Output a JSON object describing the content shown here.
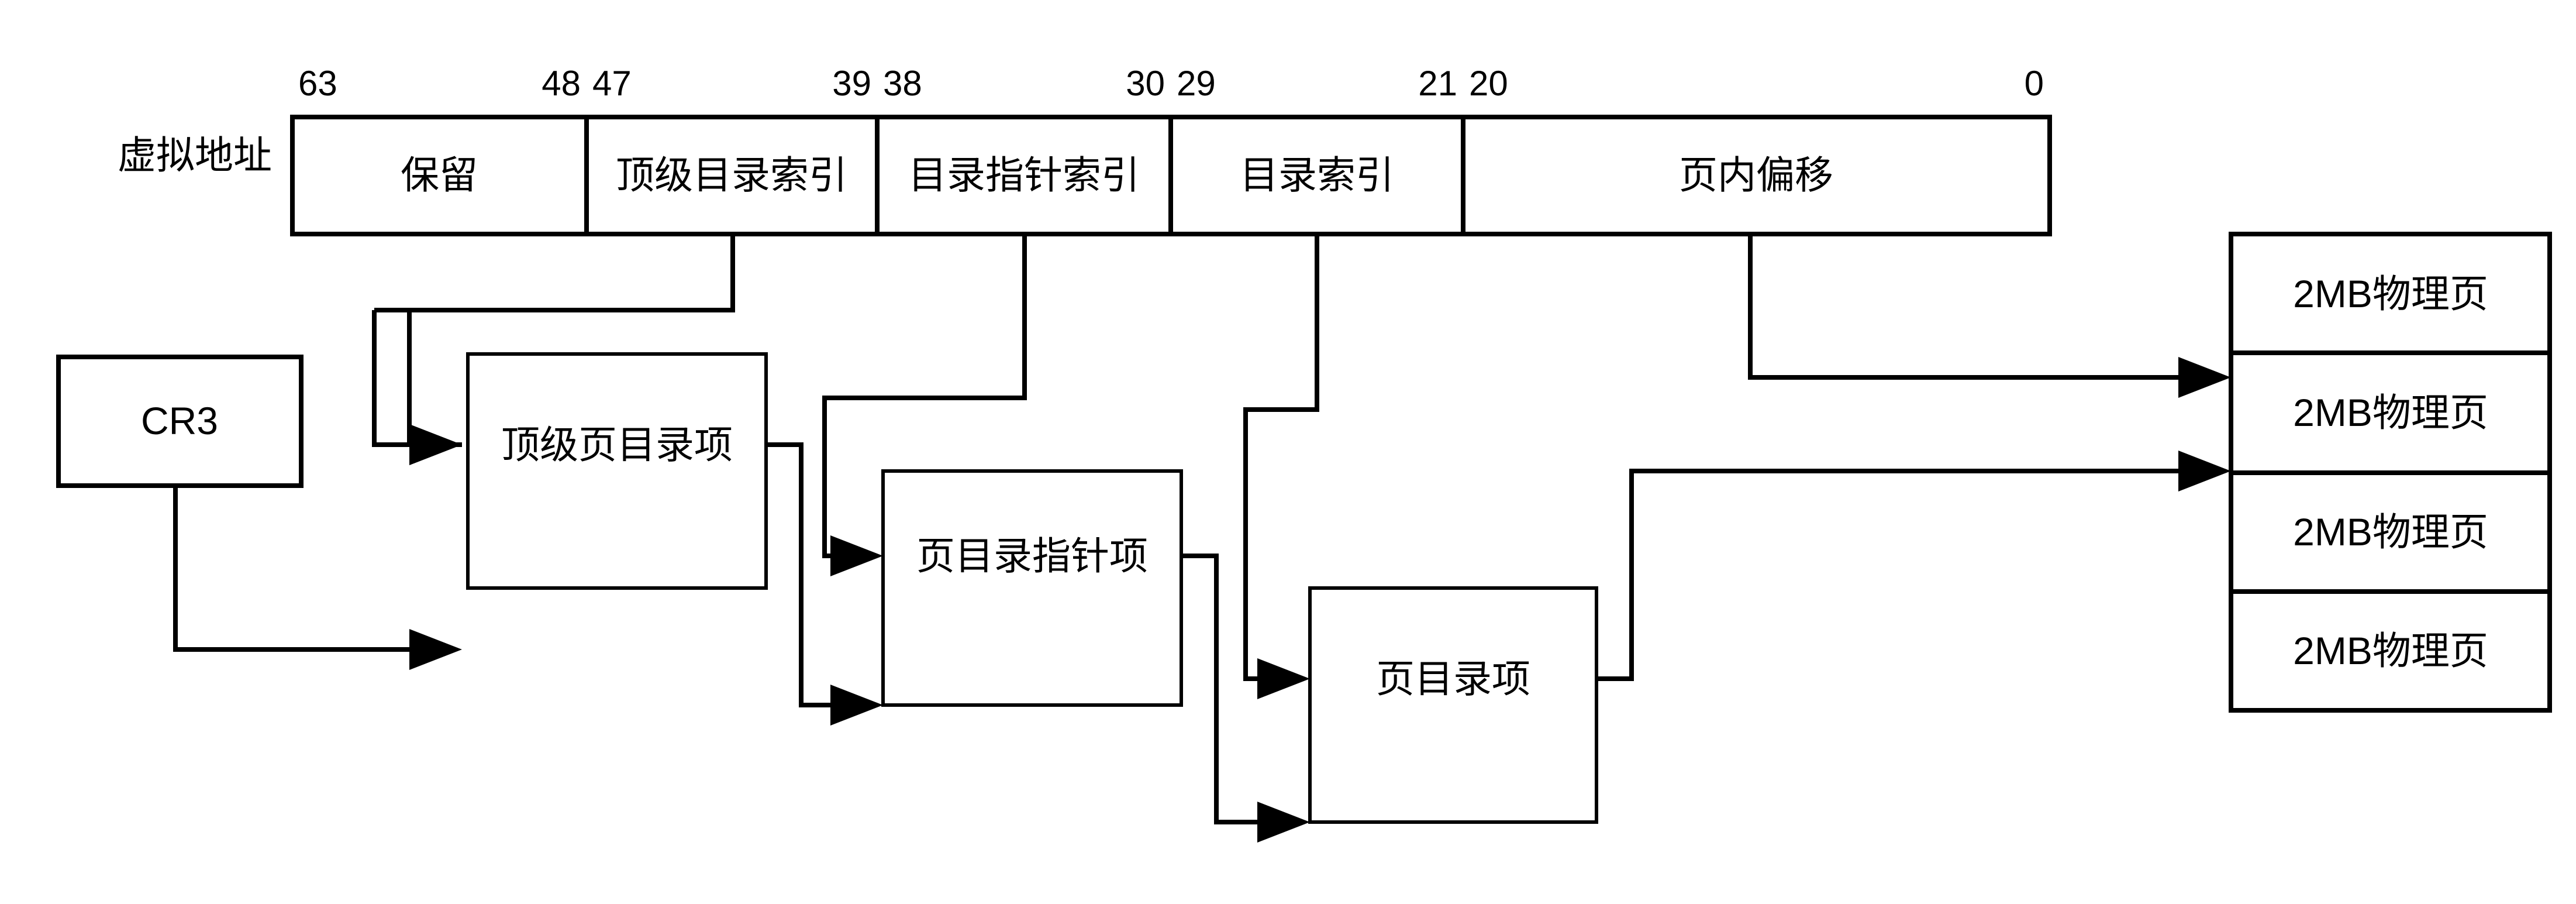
{
  "diagram": {
    "title_unrendered": "",
    "colors": {
      "orange_fill": "#ffeccc",
      "blue_fill": "#d9e6fa",
      "green_fill": "#d5e8d4",
      "white_fill": "#ffffff",
      "stroke": "#000000"
    },
    "virtual_address": {
      "side_label": "虚拟地址",
      "bit_markers": [
        {
          "text": "63"
        },
        {
          "text": "48"
        },
        {
          "text": "47"
        },
        {
          "text": "39"
        },
        {
          "text": "38"
        },
        {
          "text": "30"
        },
        {
          "text": "29"
        },
        {
          "text": "21"
        },
        {
          "text": "20"
        },
        {
          "text": "0"
        }
      ],
      "fields": [
        {
          "label": "保留",
          "fill": "white",
          "bits": "63:48"
        },
        {
          "label": "顶级目录索引",
          "fill": "orange",
          "bits": "47:39"
        },
        {
          "label": "目录指针索引",
          "fill": "blue",
          "bits": "38:30"
        },
        {
          "label": "目录索引",
          "fill": "blue",
          "bits": "29:21"
        },
        {
          "label": "页内偏移",
          "fill": "orange",
          "bits": "20:0"
        }
      ]
    },
    "cr3": {
      "label": "CR3",
      "fill": "green"
    },
    "tables": [
      {
        "name": "top-level-page-directory",
        "rows": [
          {
            "label": "",
            "fill": "white"
          },
          {
            "label": "顶级页目录项",
            "fill": "orange"
          },
          {
            "label": "",
            "fill": "white"
          }
        ]
      },
      {
        "name": "page-directory-pointer-table",
        "rows": [
          {
            "label": "",
            "fill": "white"
          },
          {
            "label": "页目录指针项",
            "fill": "blue"
          },
          {
            "label": "",
            "fill": "white"
          }
        ]
      },
      {
        "name": "page-directory-table",
        "rows": [
          {
            "label": "",
            "fill": "white"
          },
          {
            "label": "页目录项",
            "fill": "blue"
          },
          {
            "label": "",
            "fill": "white"
          }
        ]
      }
    ],
    "physical_pages": {
      "name": "physical-pages",
      "rows": [
        {
          "label": "2MB物理页",
          "fill": "white"
        },
        {
          "label": "2MB物理页",
          "fill": "green"
        },
        {
          "label": "2MB物理页",
          "fill": "white"
        },
        {
          "label": "2MB物理页",
          "fill": "white"
        }
      ]
    }
  }
}
